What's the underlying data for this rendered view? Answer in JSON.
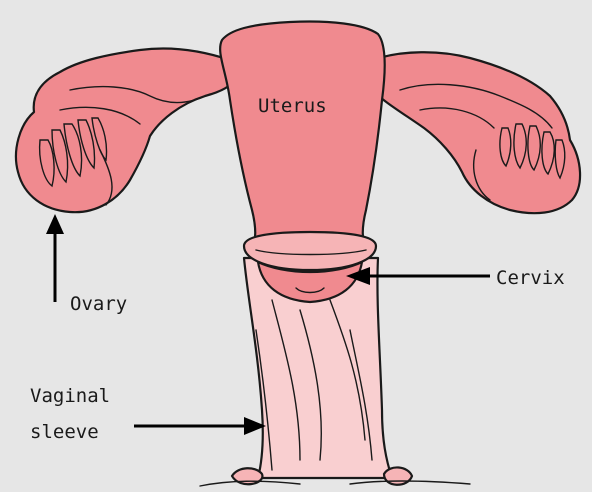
{
  "diagram": {
    "labels": {
      "uterus": "Uterus",
      "cervix": "Cervix",
      "ovary": "Ovary",
      "vaginal_line1": "Vaginal",
      "vaginal_line2": "sleeve"
    },
    "colors": {
      "background": "#e6e6e6",
      "tissue": "#f08a8f",
      "tissue_light": "#f6b4b6",
      "sleeve": "#f9cfd0",
      "outline": "#1a1a1a"
    }
  }
}
